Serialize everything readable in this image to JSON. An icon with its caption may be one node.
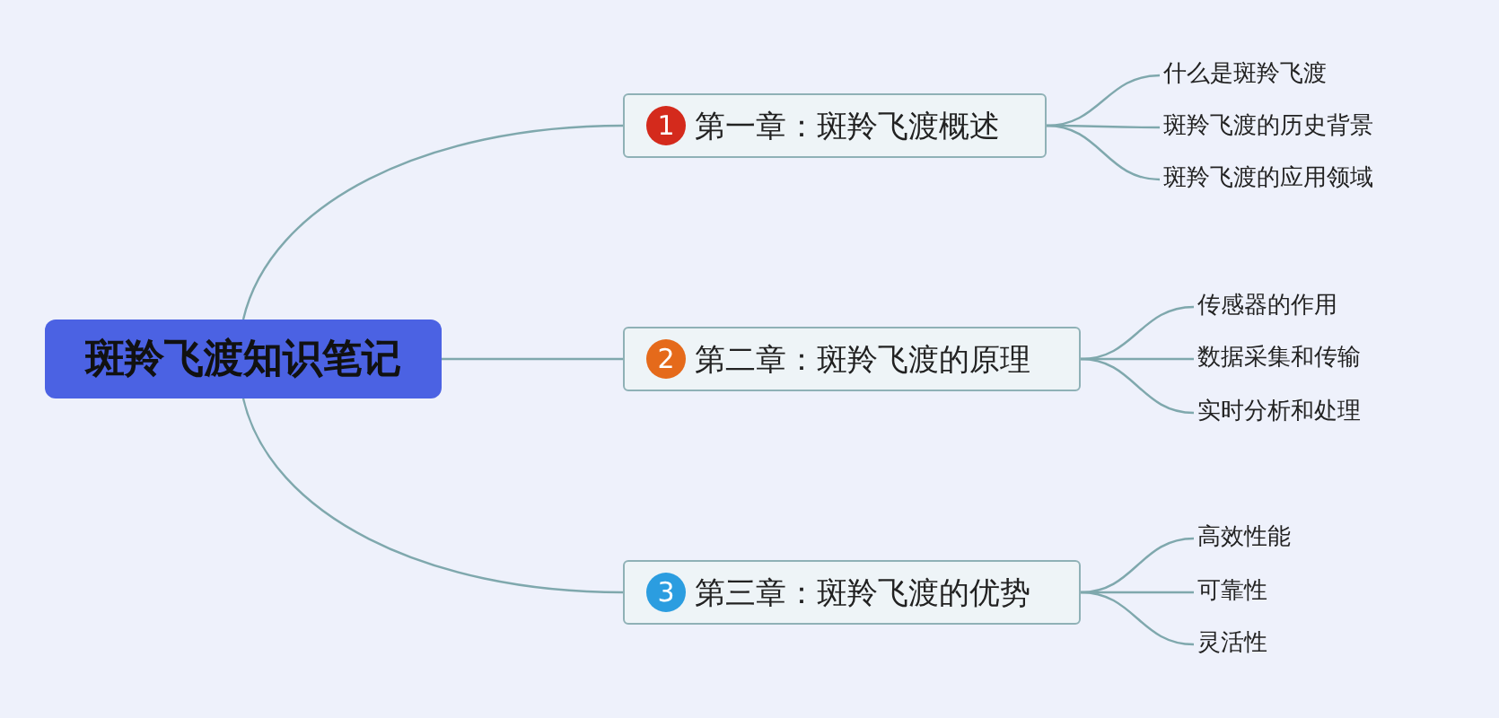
{
  "diagram": {
    "nodes": [
      {
        "text": [
          "斑羚飞渡知识笔记"
        ]
      },
      {
        "text": [
          "1",
          "第一章：斑羚飞渡概述"
        ]
      },
      {
        "text": [
          "2",
          "第二章：斑羚飞渡的原理"
        ]
      },
      {
        "text": [
          "3",
          "第三章：斑羚飞渡的优势"
        ]
      },
      {
        "text": [
          "什么是斑羚飞渡"
        ]
      },
      {
        "text": [
          "斑羚飞渡的历史背景"
        ]
      },
      {
        "text": [
          "斑羚飞渡的应用领域"
        ]
      },
      {
        "text": [
          "传感器的作用"
        ]
      },
      {
        "text": [
          "数据采集和传输"
        ]
      },
      {
        "text": [
          "实时分析和处理"
        ]
      },
      {
        "text": [
          "高效性能"
        ]
      },
      {
        "text": [
          "可靠性"
        ]
      },
      {
        "text": [
          "灵活性"
        ]
      }
    ],
    "edges": [
      {
        "from": 0,
        "to": 1,
        "arrow": "none"
      },
      {
        "from": 0,
        "to": 2,
        "arrow": "none"
      },
      {
        "from": 0,
        "to": 3,
        "arrow": "none"
      },
      {
        "from": 1,
        "to": 4,
        "arrow": "none"
      },
      {
        "from": 1,
        "to": 5,
        "arrow": "none"
      },
      {
        "from": 1,
        "to": 6,
        "arrow": "none"
      },
      {
        "from": 2,
        "to": 7,
        "arrow": "none"
      },
      {
        "from": 2,
        "to": 8,
        "arrow": "none"
      },
      {
        "from": 2,
        "to": 9,
        "arrow": "none"
      },
      {
        "from": 3,
        "to": 10,
        "arrow": "none"
      },
      {
        "from": 3,
        "to": 11,
        "arrow": "none"
      },
      {
        "from": 3,
        "to": 12,
        "arrow": "none"
      }
    ]
  }
}
